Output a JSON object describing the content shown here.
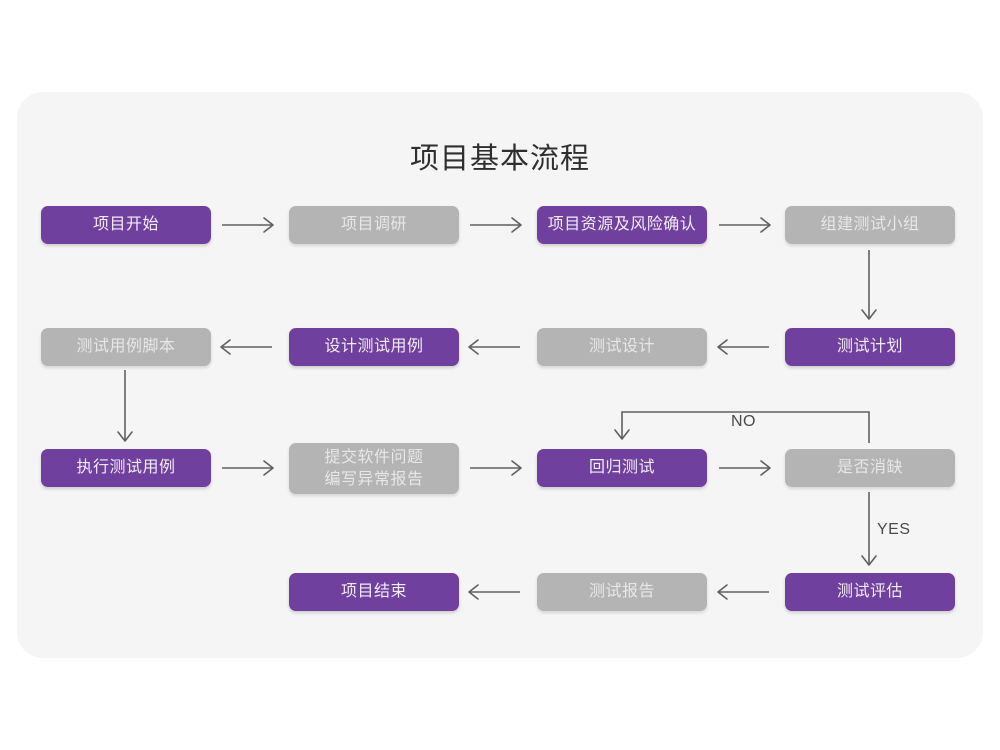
{
  "page": {
    "title": "项目基本流程",
    "card_bg": "#f5f5f5",
    "page_bg": "#ffffff"
  },
  "colors": {
    "purple": "#70409f",
    "purple_text": "#f2ecf7",
    "gray": "#b4b4b4",
    "gray_text": "#e7e7e7",
    "arrow": "#606060",
    "title_text": "#2f2f2f"
  },
  "flow": {
    "nodes": [
      {
        "id": "n1",
        "label": "项目开始",
        "style": "purple",
        "row": 1
      },
      {
        "id": "n2",
        "label": "项目调研",
        "style": "gray",
        "row": 1
      },
      {
        "id": "n3",
        "label": "项目资源及风险确认",
        "style": "purple",
        "row": 1
      },
      {
        "id": "n4",
        "label": "组建测试小组",
        "style": "gray",
        "row": 1
      },
      {
        "id": "n5",
        "label": "测试用例脚本",
        "style": "gray",
        "row": 2
      },
      {
        "id": "n6",
        "label": "设计测试用例",
        "style": "purple",
        "row": 2
      },
      {
        "id": "n7",
        "label": "测试设计",
        "style": "gray",
        "row": 2
      },
      {
        "id": "n8",
        "label": "测试计划",
        "style": "purple",
        "row": 2
      },
      {
        "id": "n9",
        "label": "执行测试用例",
        "style": "purple",
        "row": 3
      },
      {
        "id": "n10",
        "label": "提交软件问题\n编写异常报告",
        "style": "gray",
        "row": 3
      },
      {
        "id": "n11",
        "label": "回归测试",
        "style": "purple",
        "row": 3
      },
      {
        "id": "n12",
        "label": "是否消缺",
        "style": "gray",
        "row": 3
      },
      {
        "id": "n13",
        "label": "项目结束",
        "style": "purple",
        "row": 4
      },
      {
        "id": "n14",
        "label": "测试报告",
        "style": "gray",
        "row": 4
      },
      {
        "id": "n15",
        "label": "测试评估",
        "style": "purple",
        "row": 4
      }
    ],
    "edge_labels": {
      "no": "NO",
      "yes": "YES"
    },
    "edges": [
      {
        "from": "n1",
        "to": "n2",
        "dir": "right"
      },
      {
        "from": "n2",
        "to": "n3",
        "dir": "right"
      },
      {
        "from": "n3",
        "to": "n4",
        "dir": "right"
      },
      {
        "from": "n4",
        "to": "n8",
        "dir": "down"
      },
      {
        "from": "n8",
        "to": "n7",
        "dir": "left"
      },
      {
        "from": "n7",
        "to": "n6",
        "dir": "left"
      },
      {
        "from": "n6",
        "to": "n5",
        "dir": "left"
      },
      {
        "from": "n5",
        "to": "n9",
        "dir": "down"
      },
      {
        "from": "n9",
        "to": "n10",
        "dir": "right"
      },
      {
        "from": "n10",
        "to": "n11",
        "dir": "right"
      },
      {
        "from": "n11",
        "to": "n12",
        "dir": "right"
      },
      {
        "from": "n12",
        "to": "n11",
        "dir": "loop-up",
        "label": "NO"
      },
      {
        "from": "n12",
        "to": "n15",
        "dir": "down",
        "label": "YES"
      },
      {
        "from": "n15",
        "to": "n14",
        "dir": "left"
      },
      {
        "from": "n14",
        "to": "n13",
        "dir": "left"
      }
    ]
  }
}
